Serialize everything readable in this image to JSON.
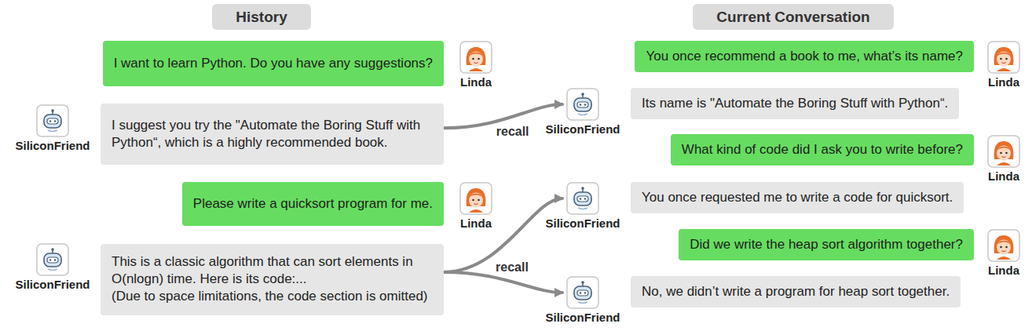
{
  "diagram": {
    "nodes": [
      {
        "text": [
          "History"
        ]
      },
      {
        "text": [
          "Current Conversation"
        ]
      },
      {
        "text": [
          "I want to learn Python. Do you have any suggestions?"
        ]
      },
      {
        "text": [
          "Linda"
        ]
      },
      {
        "text": [
          "SiliconFriend"
        ]
      },
      {
        "text": [
          "I suggest you try the \"Automate the Boring Stuff with Python“, which is a highly recommended book."
        ]
      },
      {
        "text": [
          "Please write a quicksort program for me."
        ]
      },
      {
        "text": [
          "Linda"
        ]
      },
      {
        "text": [
          "SiliconFriend"
        ]
      },
      {
        "text": [
          "This is a classic algorithm that can sort elements in O(nlogn) time. Here is its code:...",
          "(Due to space limitations, the code section is omitted)"
        ]
      },
      {
        "text": [
          "You once recommend a book to me, what’s its name?"
        ]
      },
      {
        "text": [
          "Linda"
        ]
      },
      {
        "text": [
          "SiliconFriend"
        ]
      },
      {
        "text": [
          "Its name is \"Automate the Boring Stuff with Python“."
        ]
      },
      {
        "text": [
          "What kind of code did I ask you to write before?"
        ]
      },
      {
        "text": [
          "Linda"
        ]
      },
      {
        "text": [
          "SiliconFriend"
        ]
      },
      {
        "text": [
          "You once requested me to write a code for quicksort."
        ]
      },
      {
        "text": [
          "Did we write the heap sort algorithm together?"
        ]
      },
      {
        "text": [
          "Linda"
        ]
      },
      {
        "text": [
          "SiliconFriend"
        ]
      },
      {
        "text": [
          "No, we didn’t write a program for heap sort together."
        ]
      }
    ],
    "edges": [
      {
        "from": 5,
        "to": 12,
        "label": "recall",
        "arrow": "to"
      },
      {
        "from": 9,
        "to": 16,
        "arrow": "to"
      },
      {
        "from": 9,
        "to": 20,
        "label": "recall",
        "arrow": "to"
      }
    ]
  }
}
